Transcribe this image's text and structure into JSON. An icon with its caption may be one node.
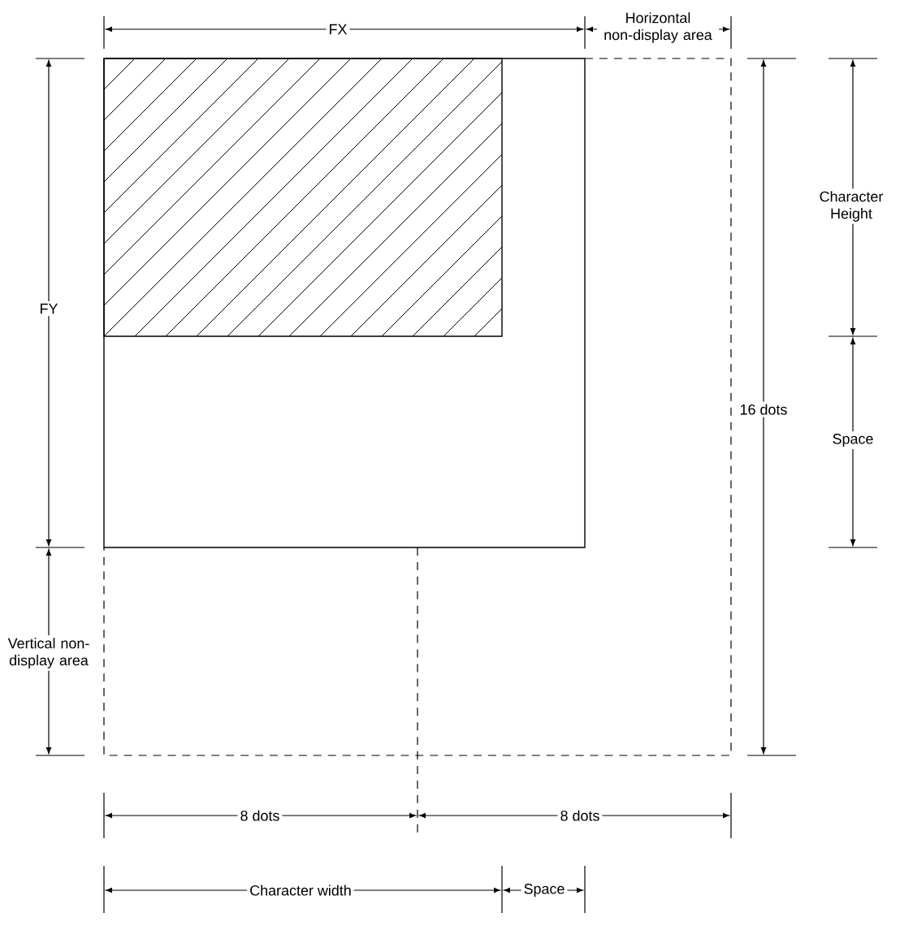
{
  "diagram": {
    "labels": [
      "FX",
      "Horizontal non-display area",
      "Character Height",
      "FY",
      "16 dots",
      "Space",
      "Vertical non-display area",
      "8 dots",
      "8 dots",
      "Character width",
      "Space"
    ]
  }
}
